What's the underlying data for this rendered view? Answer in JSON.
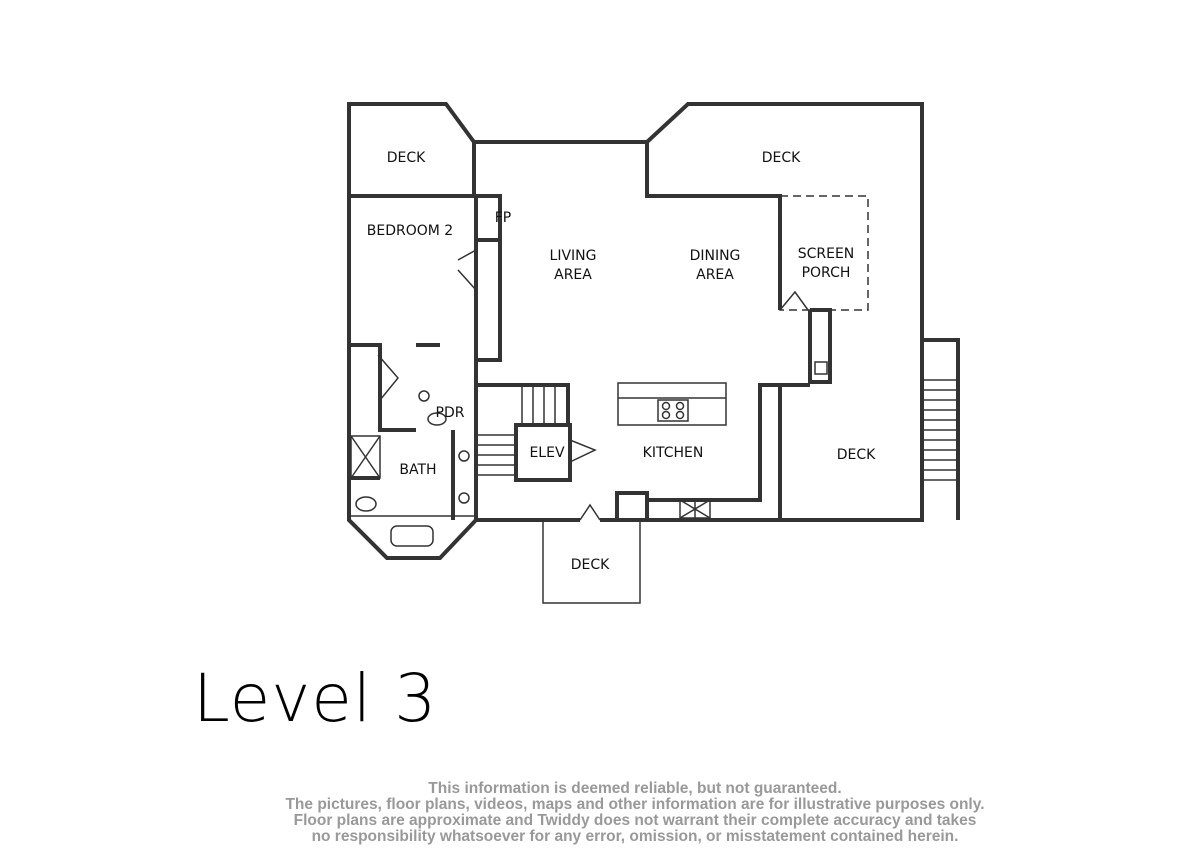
{
  "floor_plan": {
    "rooms": {
      "deck_top_left": "DECK",
      "deck_top_right": "DECK",
      "bedroom2": "BEDROOM 2",
      "fp": "FP",
      "living1": "LIVING",
      "living2": "AREA",
      "dining1": "DINING",
      "dining2": "AREA",
      "porch1": "SCREEN",
      "porch2": "PORCH",
      "pdr": "PDR",
      "bath": "BATH",
      "elev": "ELEV",
      "kitchen": "KITCHEN",
      "deck_right": "DECK",
      "deck_bottom": "DECK"
    }
  },
  "title": "Level 3",
  "disclaimer": [
    "This information is deemed reliable, but not guaranteed.",
    "The pictures, floor plans, videos, maps and other information are for illustrative purposes only.",
    "Floor plans are approximate and Twiddy does not warrant their complete accuracy and takes",
    "no responsibility whatsoever for any error, omission, or misstatement contained herein."
  ]
}
